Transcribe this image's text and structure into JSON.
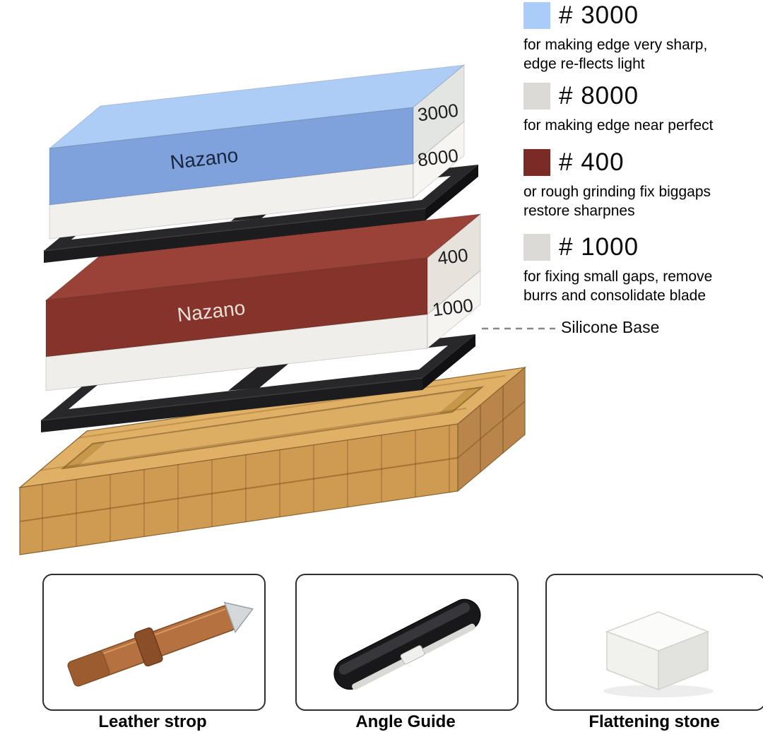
{
  "product": {
    "stones": {
      "top": {
        "brand": "Nazano",
        "top_grit": "3000",
        "bottom_grit": "8000"
      },
      "lower": {
        "brand": "Nazano",
        "top_grit": "400",
        "bottom_grit": "1000"
      }
    },
    "base_callout": "Silicone Base"
  },
  "legend": {
    "items": [
      {
        "title": "# 3000",
        "desc": "for making edge very sharp,\nedge re-flects light",
        "color": "#a9cdf8"
      },
      {
        "title": "# 8000",
        "desc": "for making edge near perfect",
        "color": "#dbdad7"
      },
      {
        "title": "# 400",
        "desc": "or rough grinding fix biggaps\nrestore sharpnes",
        "color": "#7a2b26"
      },
      {
        "title": "# 1000",
        "desc": "for fixing small gaps, remove\nburrs and consolidate blade",
        "color": "#dbdad7"
      }
    ]
  },
  "accessories": [
    {
      "label": "Leather strop"
    },
    {
      "label": "Angle Guide"
    },
    {
      "label": "Flattening stone"
    }
  ],
  "colors": {
    "stone_blue_top": "#aecdf6",
    "stone_blue_front": "#7fa2dd",
    "stone_red_top": "#9a4237",
    "stone_red_front": "#86332c",
    "silicone_frame": "#28282a",
    "bamboo": "#e0b066"
  }
}
